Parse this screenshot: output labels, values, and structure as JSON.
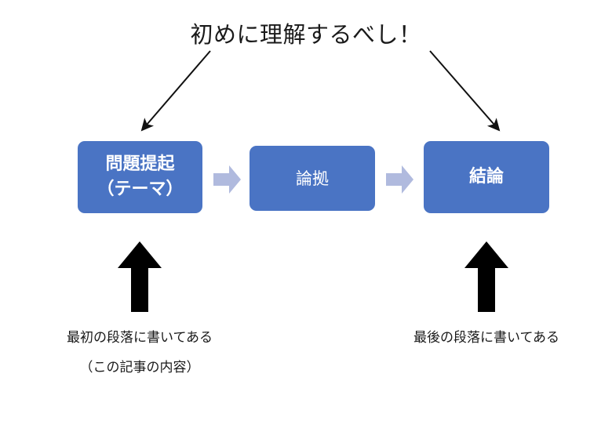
{
  "diagram": {
    "title": "初めに理解するべし！",
    "colors": {
      "box_fill": "#4a74c4",
      "box_text": "#ffffff",
      "chevron": "#b0bade",
      "up_arrow": "#000000",
      "diagonal_arrow": "#000000",
      "caption_text": "#1a1a1a",
      "background": "#ffffff"
    },
    "boxes": [
      {
        "id": "problem",
        "lines": [
          "問題提起",
          "（テーマ）"
        ],
        "bold": true
      },
      {
        "id": "evidence",
        "lines": [
          "論拠"
        ],
        "bold": false
      },
      {
        "id": "conclusion",
        "lines": [
          "結論"
        ],
        "bold": true
      }
    ],
    "connectors": [
      {
        "id": "chevron-1",
        "icon": "right-chevron-arrow-icon"
      },
      {
        "id": "chevron-2",
        "icon": "right-chevron-arrow-icon"
      }
    ],
    "callouts": [
      {
        "id": "first-paragraph",
        "icon": "up-arrow-icon",
        "lines": [
          "最初の段落に書いてある",
          "（この記事の内容）"
        ]
      },
      {
        "id": "last-paragraph",
        "icon": "up-arrow-icon",
        "lines": [
          "最後の段落に書いてある"
        ]
      }
    ],
    "pointers": [
      {
        "id": "title-to-problem",
        "icon": "diagonal-arrow-down-left-icon"
      },
      {
        "id": "title-to-conclusion",
        "icon": "diagonal-arrow-down-right-icon"
      }
    ]
  }
}
